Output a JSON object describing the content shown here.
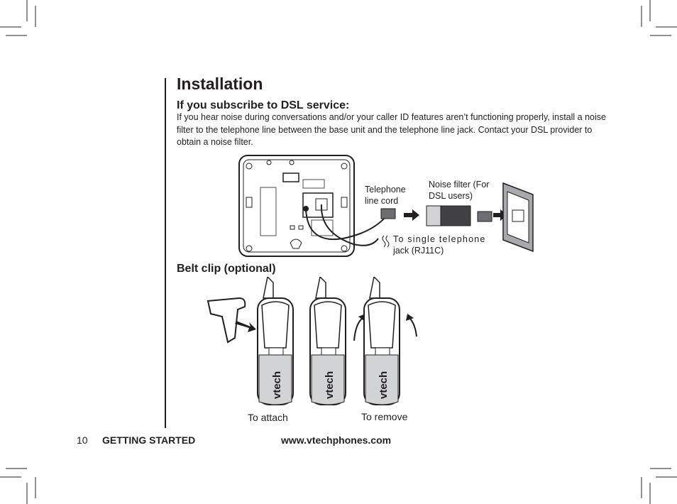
{
  "title": "Installation",
  "dsl": {
    "heading": "If you subscribe to DSL service:",
    "body": "If you hear noise during conversations and/or your caller ID features aren’t functioning properly, install a noise filter to the telephone line between the base unit and the telephone line jack. Contact your DSL provider to obtain a noise filter."
  },
  "diagram": {
    "cord_label": "Telephone\nline cord",
    "filter_label": "Noise filter (For\nDSL users)",
    "jack_label_line1": "To single telephone",
    "jack_label_line2": "jack (RJ11C)"
  },
  "belt_clip": {
    "heading": "Belt clip (optional)",
    "attach_label": "To attach",
    "remove_label": "To remove",
    "brand": "vtech"
  },
  "footer": {
    "page_number": "10",
    "section": "GETTING STARTED",
    "url": "www.vtechphones.com"
  }
}
